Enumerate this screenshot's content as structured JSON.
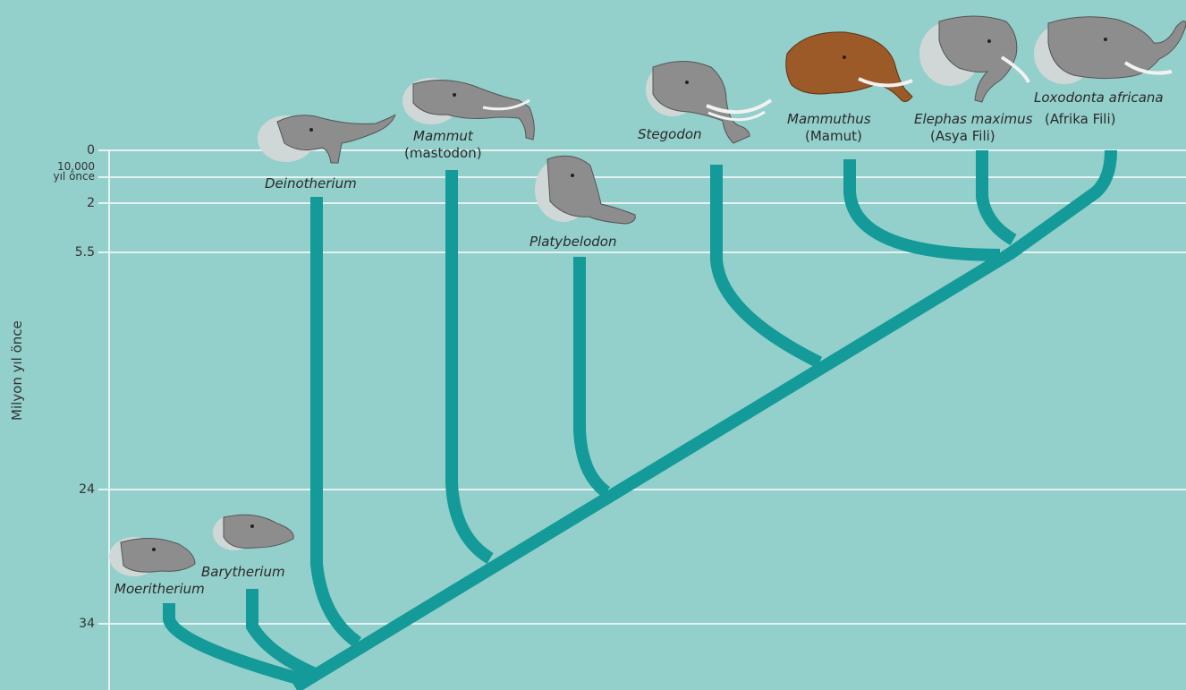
{
  "axis": {
    "title": "Milyon yıl önce",
    "ticks": [
      "0",
      "10,000",
      "yıl önce",
      "2",
      "5.5",
      "24",
      "34"
    ]
  },
  "taxa": [
    {
      "id": "moeritherium",
      "name": "Moeritherium",
      "common": ""
    },
    {
      "id": "barytherium",
      "name": "Barytherium",
      "common": ""
    },
    {
      "id": "deinotherium",
      "name": "Deinotherium",
      "common": ""
    },
    {
      "id": "mammut",
      "name": "Mammut",
      "common": "(mastodon)"
    },
    {
      "id": "platybelodon",
      "name": "Platybelodon",
      "common": ""
    },
    {
      "id": "stegodon",
      "name": "Stegodon",
      "common": ""
    },
    {
      "id": "mammuthus",
      "name": "Mammuthus",
      "common": "(Mamut)"
    },
    {
      "id": "elephas",
      "name": "Elephas maximus",
      "common": "(Asya Fili)"
    },
    {
      "id": "loxodonta",
      "name": "Loxodonta africana",
      "common": "(Afrika Fili)"
    }
  ],
  "colors": {
    "background": "#93cfcb",
    "branch": "#139a99",
    "gridline": "#ffffff",
    "head_gray": "#8d8d8d",
    "head_mammoth": "#9c5a28"
  }
}
